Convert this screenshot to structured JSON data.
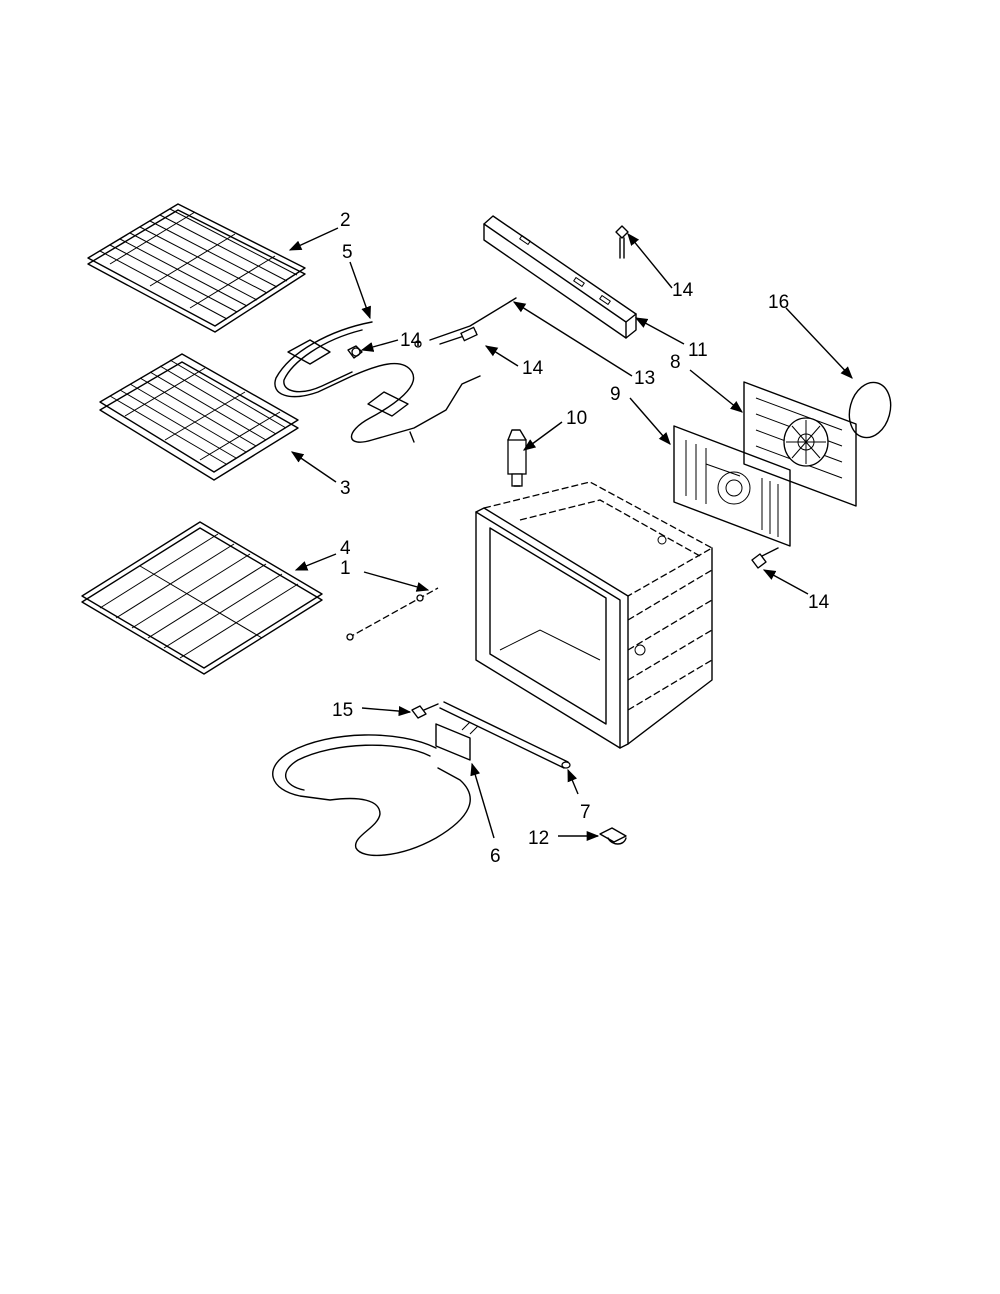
{
  "diagram": {
    "callouts": [
      {
        "id": "c2",
        "text": "2"
      },
      {
        "id": "c5",
        "text": "5"
      },
      {
        "id": "c14a",
        "text": "14"
      },
      {
        "id": "c14b",
        "text": "14"
      },
      {
        "id": "c14c",
        "text": "14"
      },
      {
        "id": "c14d",
        "text": "14"
      },
      {
        "id": "c3",
        "text": "3"
      },
      {
        "id": "c4",
        "text": "4"
      },
      {
        "id": "c1",
        "text": "1"
      },
      {
        "id": "c11",
        "text": "11"
      },
      {
        "id": "c13",
        "text": "13"
      },
      {
        "id": "c16",
        "text": "16"
      },
      {
        "id": "c8",
        "text": "8"
      },
      {
        "id": "c9",
        "text": "9"
      },
      {
        "id": "c10",
        "text": "10"
      },
      {
        "id": "c15",
        "text": "15"
      },
      {
        "id": "c7",
        "text": "7"
      },
      {
        "id": "c12",
        "text": "12"
      },
      {
        "id": "c6",
        "text": "6"
      }
    ]
  }
}
